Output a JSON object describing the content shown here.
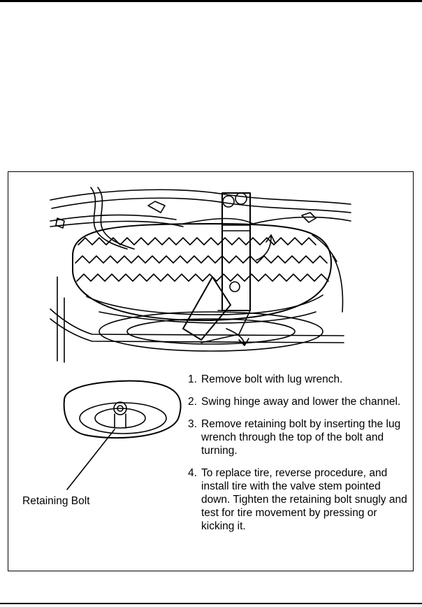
{
  "figure": {
    "callout_label": "Retaining Bolt",
    "steps": [
      {
        "num": "1.",
        "text": "Remove bolt with lug wrench."
      },
      {
        "num": "2.",
        "text": "Swing hinge away and lower the channel."
      },
      {
        "num": "3.",
        "text": "Remove retaining bolt by inserting the lug wrench through the top of the bolt and turning."
      },
      {
        "num": "4.",
        "text": "To replace tire, reverse procedure, and install tire with the valve stem pointed down. Tighten the retaining bolt snugly and test for tire movement by pressing or kicking it."
      }
    ]
  }
}
